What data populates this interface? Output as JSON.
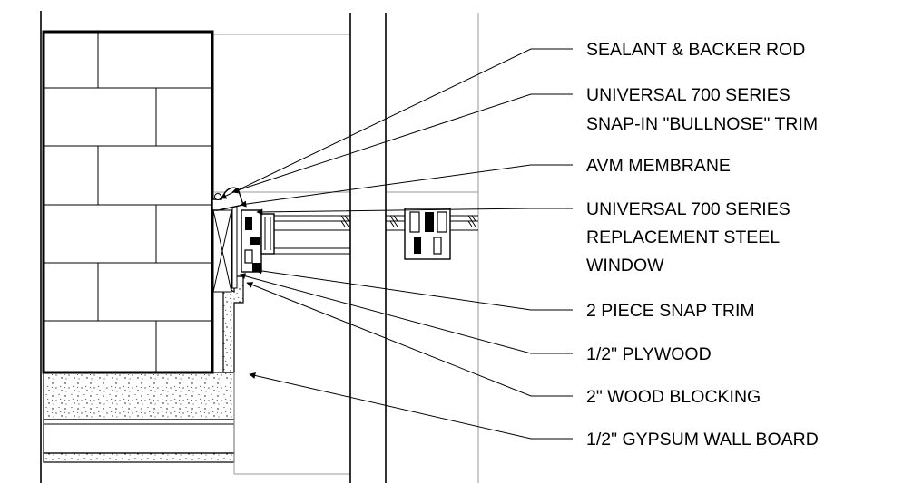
{
  "callouts": [
    {
      "id": "sealant",
      "lines": [
        "SEALANT & BACKER ROD"
      ]
    },
    {
      "id": "trim",
      "lines": [
        "UNIVERSAL 700 SERIES",
        "SNAP-IN \"BULLNOSE\" TRIM"
      ]
    },
    {
      "id": "avm",
      "lines": [
        "AVM MEMBRANE"
      ]
    },
    {
      "id": "window",
      "lines": [
        "UNIVERSAL 700 SERIES",
        "REPLACEMENT STEEL",
        "WINDOW"
      ]
    },
    {
      "id": "snap",
      "lines": [
        "2 PIECE SNAP TRIM"
      ]
    },
    {
      "id": "plywood",
      "lines": [
        "1/2\" PLYWOOD"
      ]
    },
    {
      "id": "blocking",
      "lines": [
        "2\" WOOD BLOCKING"
      ]
    },
    {
      "id": "gypsum",
      "lines": [
        "1/2\" GYPSUM WALL BOARD"
      ]
    }
  ],
  "colors": {
    "line": "#000000",
    "light_line": "#9a9a9a",
    "background": "#ffffff"
  }
}
